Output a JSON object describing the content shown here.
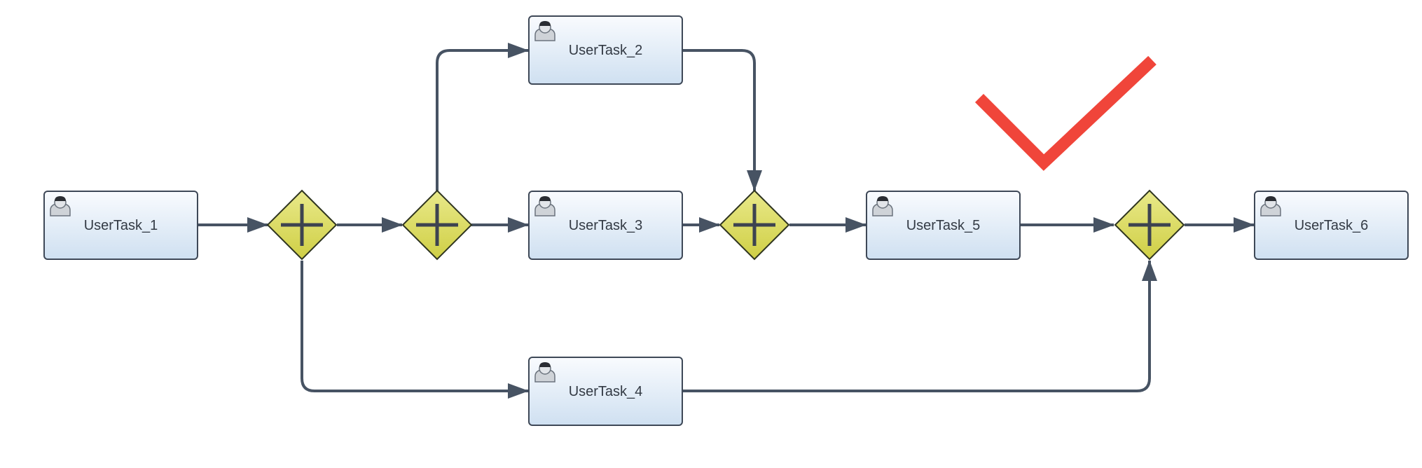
{
  "diagram": {
    "tasks": [
      {
        "id": "t1",
        "label": "UserTask_1",
        "icon": "user-icon"
      },
      {
        "id": "t2",
        "label": "UserTask_2",
        "icon": "user-icon"
      },
      {
        "id": "t3",
        "label": "UserTask_3",
        "icon": "user-icon"
      },
      {
        "id": "t4",
        "label": "UserTask_4",
        "icon": "user-icon"
      },
      {
        "id": "t5",
        "label": "UserTask_5",
        "icon": "user-icon"
      },
      {
        "id": "t6",
        "label": "UserTask_6",
        "icon": "user-icon"
      }
    ],
    "gateways": [
      {
        "id": "g1",
        "type": "parallel",
        "icon": "plus-icon"
      },
      {
        "id": "g2",
        "type": "parallel",
        "icon": "plus-icon"
      },
      {
        "id": "g3",
        "type": "parallel",
        "icon": "plus-icon"
      },
      {
        "id": "g4",
        "type": "parallel",
        "icon": "plus-icon"
      }
    ],
    "flows": [
      {
        "from": "t1",
        "to": "g1"
      },
      {
        "from": "g1",
        "to": "g2"
      },
      {
        "from": "g1",
        "to": "t4"
      },
      {
        "from": "g2",
        "to": "t2"
      },
      {
        "from": "g2",
        "to": "t3"
      },
      {
        "from": "t2",
        "to": "g3"
      },
      {
        "from": "t3",
        "to": "g3"
      },
      {
        "from": "g3",
        "to": "t5"
      },
      {
        "from": "t5",
        "to": "g4"
      },
      {
        "from": "t4",
        "to": "g4"
      },
      {
        "from": "g4",
        "to": "t6"
      }
    ],
    "annotation": {
      "icon": "checkmark-icon",
      "color": "#f0453a"
    },
    "colors": {
      "task_top": "#f9fbfe",
      "task_bottom": "#cfe0f1",
      "task_border": "#3e4857",
      "gateway_fill": "#dede62",
      "gateway_border": "#2f3520",
      "flow": "#475363"
    }
  }
}
